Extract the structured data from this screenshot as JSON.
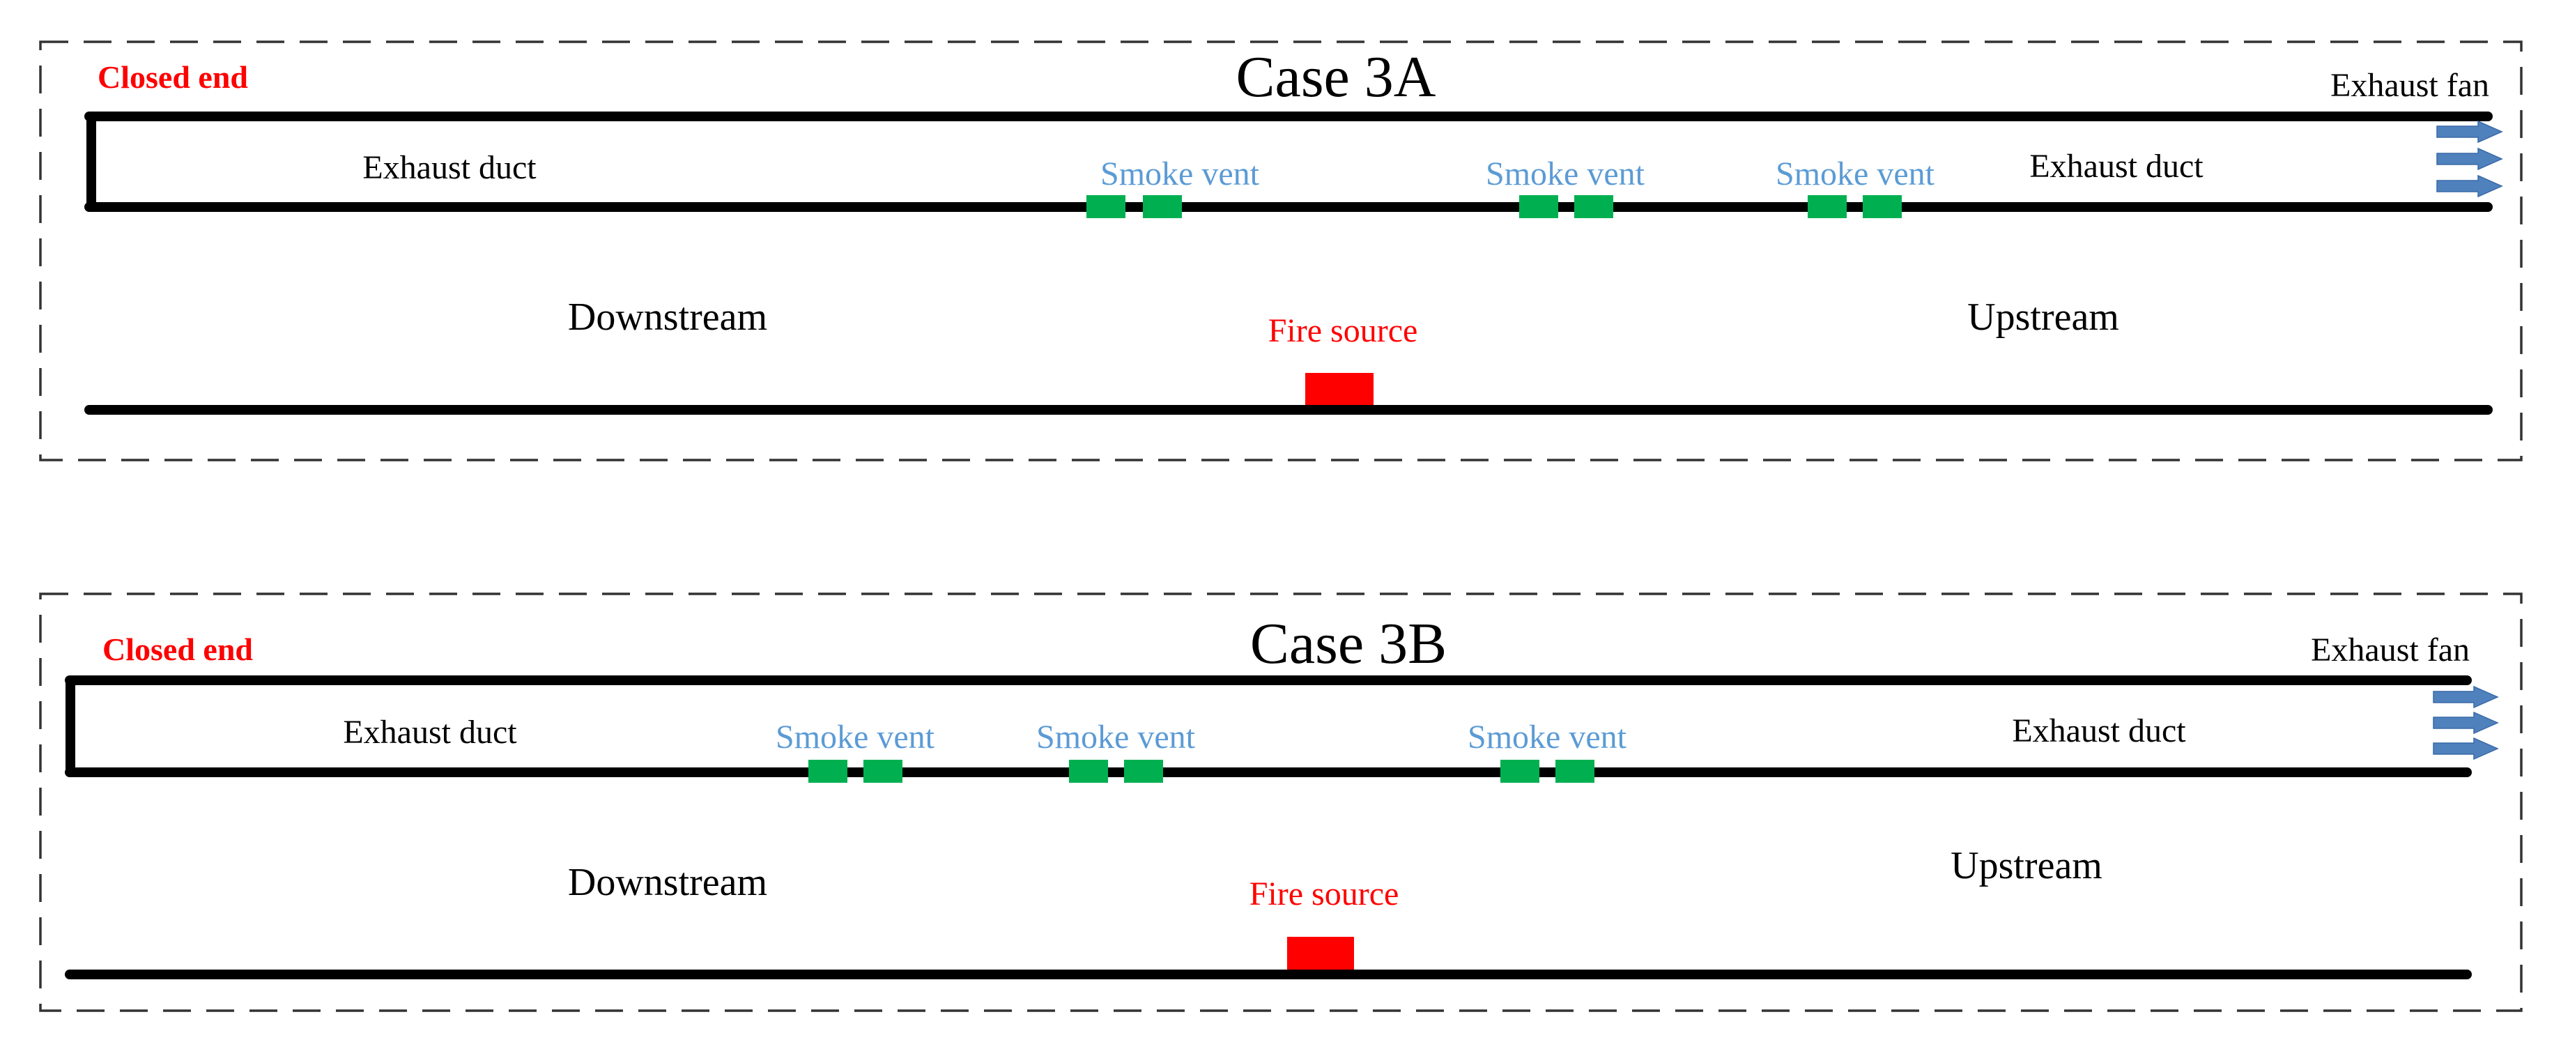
{
  "colors": {
    "wall": "#000000",
    "frame": "#333333",
    "vent": "#00b050",
    "vent_label": "#5b9bd5",
    "fire": "#ff0000",
    "fan_arrow": "#4f81bd"
  },
  "icons": {
    "fan_arrows": "fan-arrows-icon"
  },
  "cases": [
    {
      "title": "Case 3A",
      "closed_end_label": "Closed end",
      "exhaust_fan_label": "Exhaust fan",
      "exhaust_duct_left_label": "Exhaust duct",
      "exhaust_duct_right_label": "Exhaust duct",
      "smoke_vents": [
        {
          "label": "Smoke vent"
        },
        {
          "label": "Smoke vent"
        },
        {
          "label": "Smoke vent"
        }
      ],
      "downstream_label": "Downstream",
      "upstream_label": "Upstream",
      "fire_source_label": "Fire source"
    },
    {
      "title": "Case 3B",
      "closed_end_label": "Closed end",
      "exhaust_fan_label": "Exhaust fan",
      "exhaust_duct_left_label": "Exhaust duct",
      "exhaust_duct_right_label": "Exhaust duct",
      "smoke_vents": [
        {
          "label": "Smoke vent"
        },
        {
          "label": "Smoke vent"
        },
        {
          "label": "Smoke vent"
        }
      ],
      "downstream_label": "Downstream",
      "upstream_label": "Upstream",
      "fire_source_label": "Fire source"
    }
  ]
}
